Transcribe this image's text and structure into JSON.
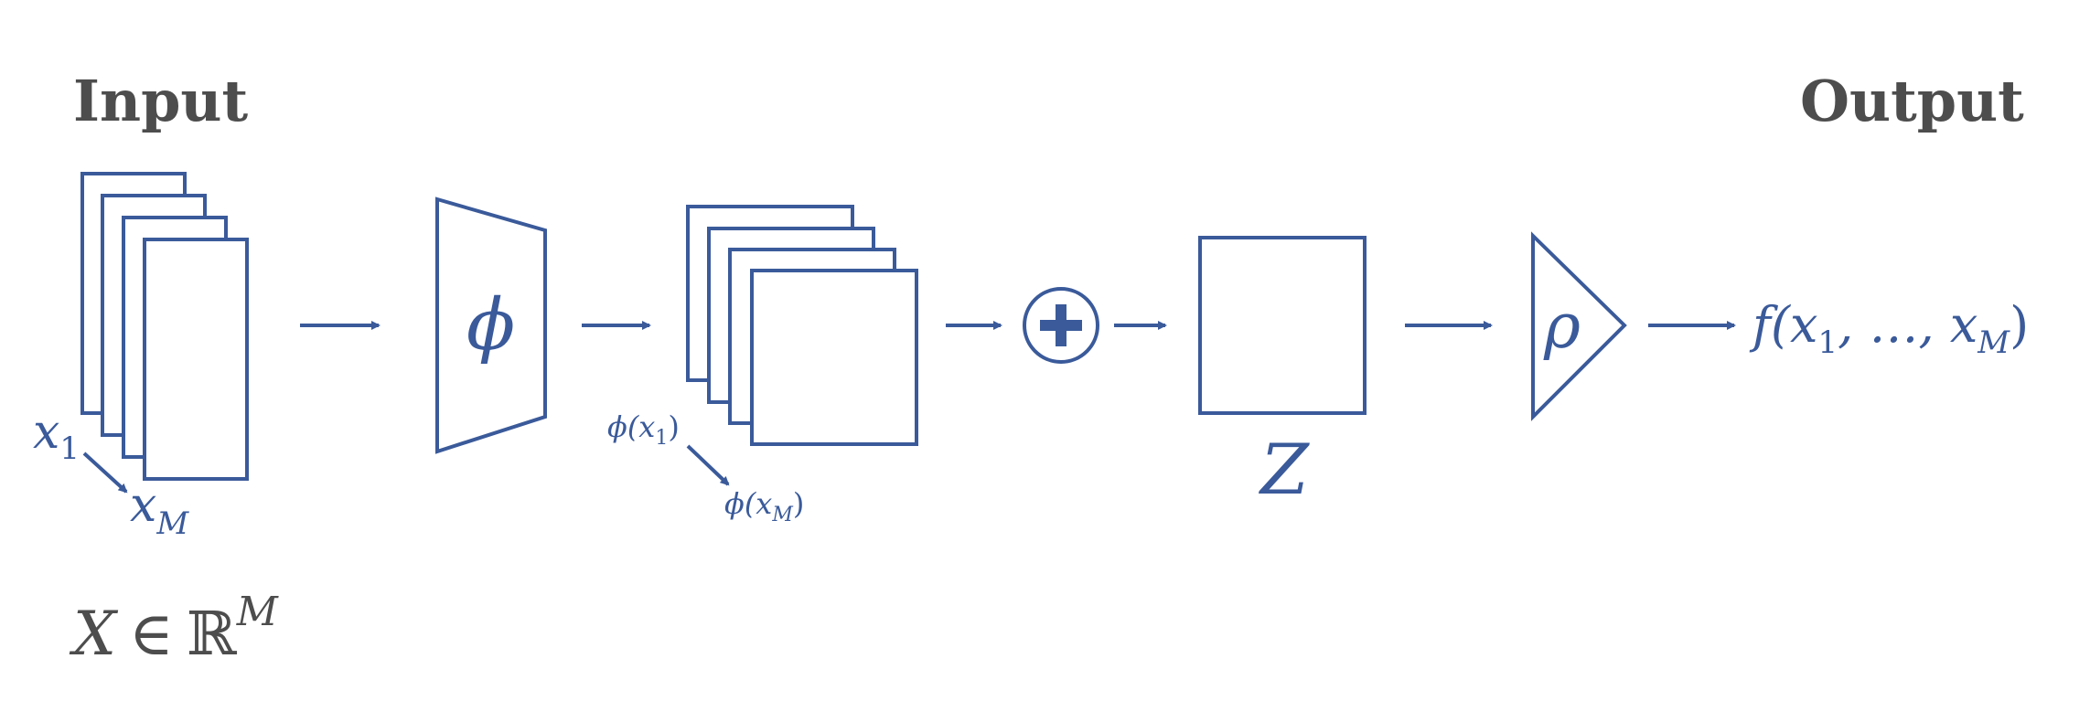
{
  "headers": {
    "input": "Input",
    "output": "Output"
  },
  "labels": {
    "x1": "x",
    "x1_sub": "1",
    "xM": "x",
    "xM_sub": "M",
    "phi": "ϕ",
    "phi_x1": "ϕ(x",
    "phi_x1_sub": "1",
    "phi_xM": "ϕ(x",
    "phi_xM_sub": "M",
    "close_paren": ")",
    "plus": "+",
    "z": "Z",
    "rho": "ρ",
    "output_fn_prefix": "f(x",
    "output_fn_sub1": "1",
    "output_fn_mid": ", …, x",
    "output_fn_subM": "M",
    "output_fn_suffix": ")",
    "set_X": "X",
    "set_in": "∈",
    "set_R": "ℝ",
    "set_sup": "M"
  },
  "colors": {
    "diagram_blue": "#3a5a9a",
    "header_grey": "#4d4d4d"
  }
}
